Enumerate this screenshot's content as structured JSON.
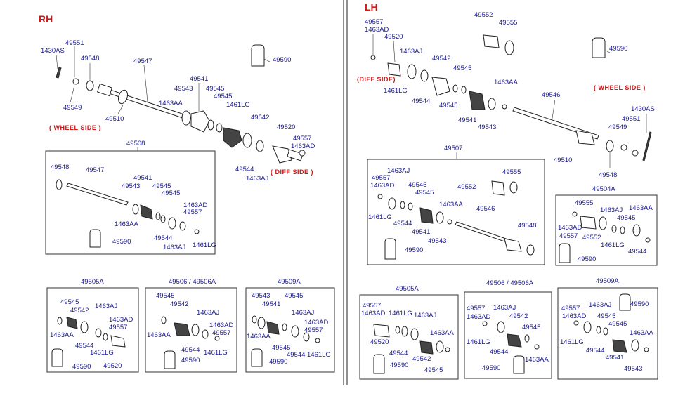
{
  "colors": {
    "side_heading": "#d01818",
    "part_number": "#1a1a8c",
    "line": "#222222"
  },
  "rh": {
    "heading": "RH",
    "wheel_side": "( WHEEL SIDE )",
    "diff_side": "( DIFF SIDE )",
    "assembly": [
      "49551",
      "1430AS",
      "49548",
      "49547",
      "49549",
      "49510",
      "49543",
      "1463AA",
      "49541",
      "49545",
      "49542",
      "1461LG",
      "49520",
      "49557",
      "1463AD",
      "49544",
      "1463AJ",
      "49590"
    ],
    "kit_49508": {
      "title": "49508",
      "labels": [
        "49548",
        "49547",
        "49541",
        "49543",
        "49545",
        "49545",
        "1463AD",
        "49557",
        "1463AA",
        "49590",
        "49544",
        "1463AJ",
        "1461LG"
      ]
    },
    "kit_49505A": {
      "title": "49505A",
      "labels": [
        "49545",
        "49542",
        "1463AJ",
        "1463AD",
        "49557",
        "1463AA",
        "49544",
        "1461LG",
        "49590",
        "49520"
      ]
    },
    "kit_49506": {
      "title": "49506 / 49506A",
      "labels": [
        "49545",
        "49542",
        "1463AJ",
        "1463AD",
        "49557",
        "1463AA",
        "49544",
        "49590",
        "1461LG"
      ]
    },
    "kit_49509A": {
      "title": "49509A",
      "labels": [
        "49543",
        "49545",
        "49541",
        "1463AJ",
        "1463AD",
        "49557",
        "1463AA",
        "49545",
        "49544",
        "1461LG",
        "49590"
      ]
    }
  },
  "lh": {
    "heading": "LH",
    "wheel_side": "( WHEEL SIDE )",
    "diff_side": "(DIFF SIDE)",
    "assembly": [
      "49557",
      "1463AD",
      "49520",
      "49552",
      "49555",
      "1463AJ",
      "49542",
      "49545",
      "1461LG",
      "49544",
      "1463AA",
      "49546",
      "49590",
      "1430AS",
      "49551",
      "49549",
      "49541",
      "49543",
      "49510",
      "49548"
    ],
    "kit_49507": {
      "title": "49507",
      "labels": [
        "1463AJ",
        "49557",
        "1463AD",
        "49545",
        "49545",
        "49555",
        "49552",
        "1463AA",
        "49546",
        "1461LG",
        "49544",
        "49541",
        "49548",
        "49543",
        "49590"
      ]
    },
    "kit_49504A": {
      "title": "49504A",
      "labels": [
        "49555",
        "1463AJ",
        "1463AA",
        "1463AD",
        "49545",
        "49557",
        "49552",
        "1461LG",
        "49544",
        "49590"
      ]
    },
    "kit_49505A": {
      "title": "49505A",
      "labels": [
        "49557",
        "1463AD",
        "1461LG",
        "1463AJ",
        "1463AA",
        "49520",
        "49544",
        "49542",
        "49590",
        "49545"
      ]
    },
    "kit_49506": {
      "title": "49506 / 49506A",
      "labels": [
        "49557",
        "1463AJ",
        "1463AD",
        "49542",
        "49545",
        "1461LG",
        "49544",
        "49590",
        "1463AA"
      ]
    },
    "kit_49509A": {
      "title": "49509A",
      "labels": [
        "49557",
        "1463AJ",
        "49590",
        "1463AD",
        "49545",
        "49545",
        "1463AA",
        "1461LG",
        "49544",
        "49541",
        "49543"
      ]
    }
  }
}
